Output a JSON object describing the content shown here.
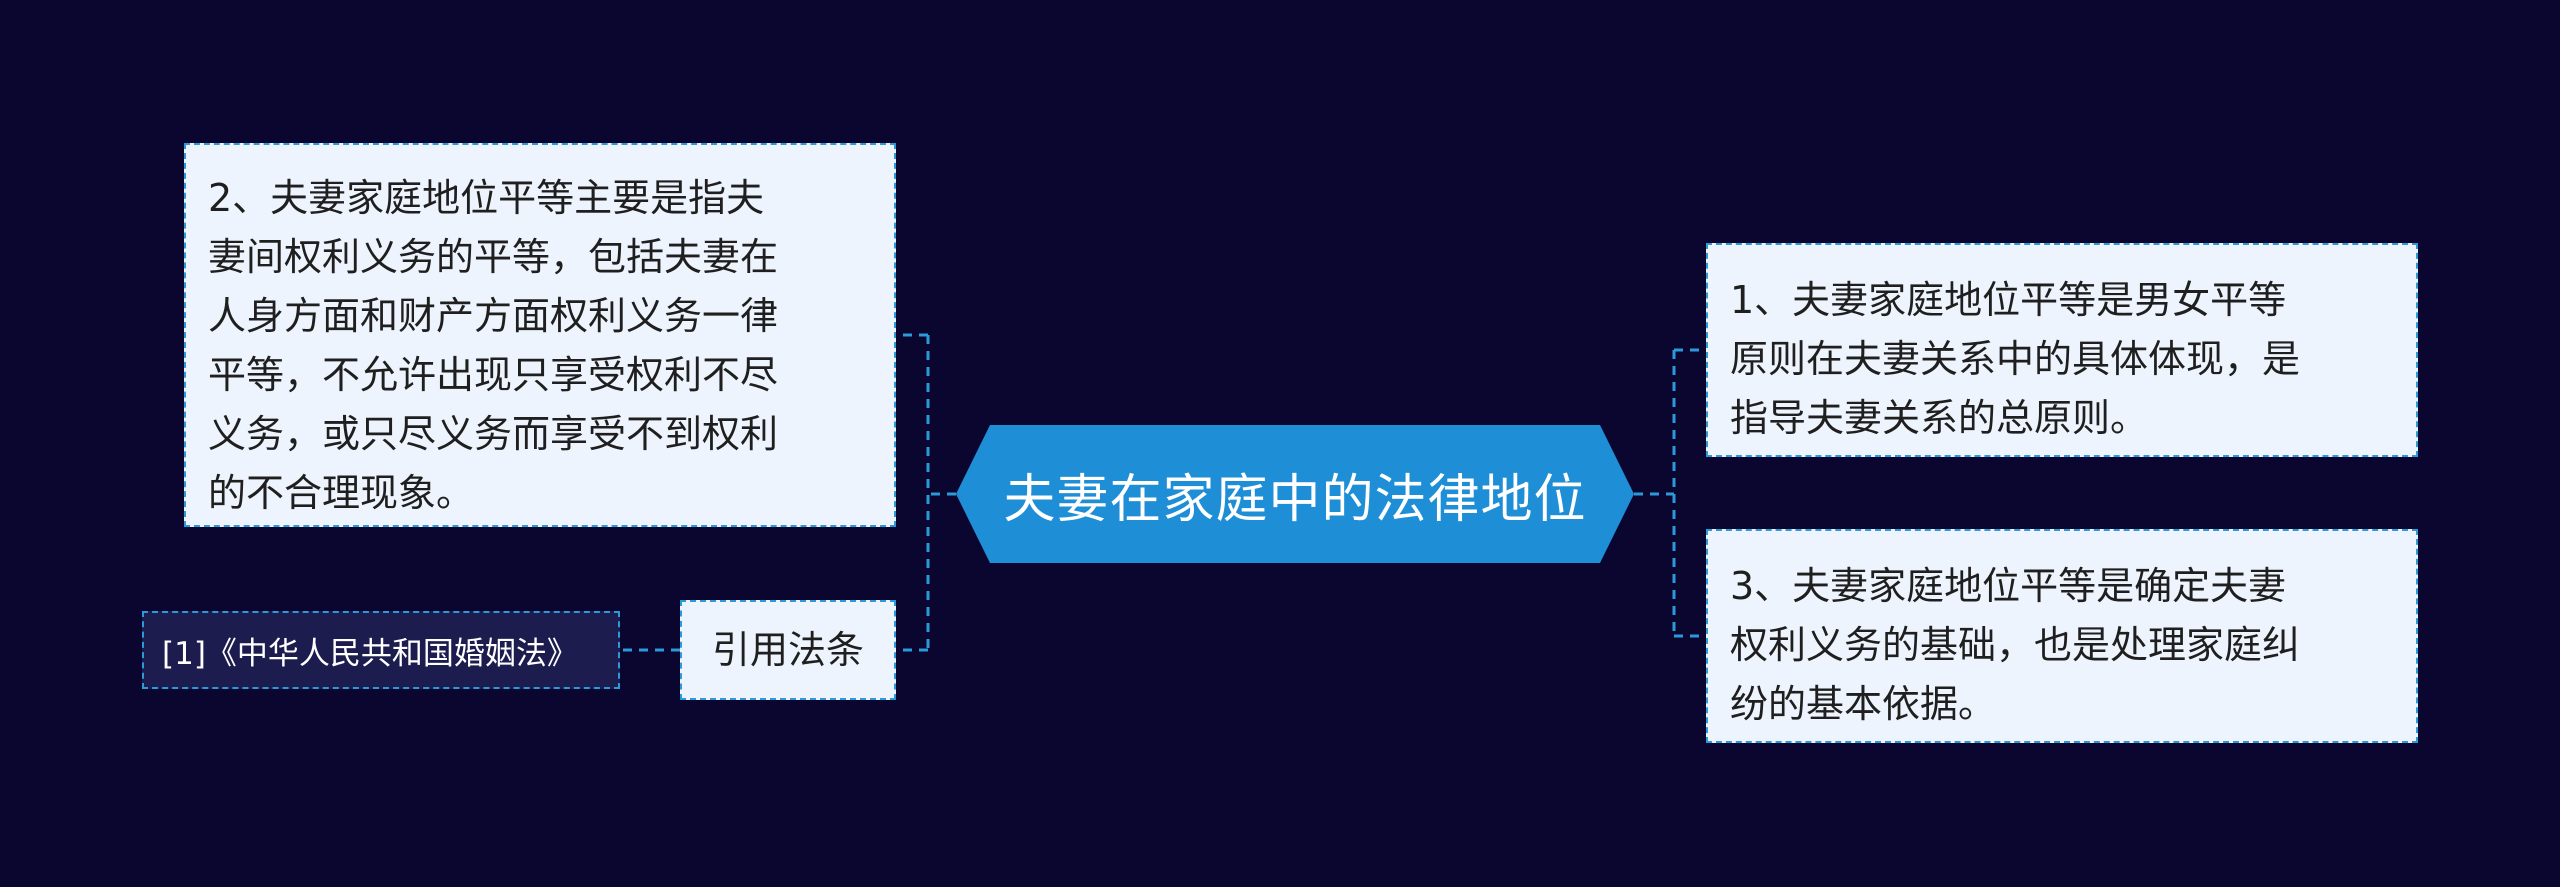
{
  "central_topic": "夫妻在家庭中的法律地位",
  "nodes": {
    "left_main": {
      "text": "2、夫妻家庭地位平等主要是指夫妻间权利义务的平等，包括夫妻在人身方面和财产方面权利义务一律平等，不允许出现只享受权利不尽义务，或只尽义务而享受不到权利的不合理现象。",
      "lines": [
        "2、夫妻家庭地位平等主要是指夫",
        "妻间权利义务的平等，包括夫妻在",
        "人身方面和财产方面权利义务一律",
        "平等，不允许出现只享受权利不尽",
        "义务，或只尽义务而享受不到权利",
        "的不合理现象。"
      ]
    },
    "citation": {
      "label": "引用法条",
      "reference": "[1]《中华人民共和国婚姻法》"
    },
    "right_1": {
      "lines": [
        "1、夫妻家庭地位平等是男女平等",
        "原则在夫妻关系中的具体体现，是",
        "指导夫妻关系的总原则。"
      ]
    },
    "right_3": {
      "lines": [
        "3、夫妻家庭地位平等是确定夫妻",
        "权利义务的基础，也是处理家庭纠",
        "纷的基本依据。"
      ]
    }
  },
  "colors": {
    "background": "#0b0630",
    "central_fill": "#1e8ed6",
    "node_fill": "#eef4fd",
    "connector": "#2a9ad8",
    "reference_fill": "#1d1c4f"
  }
}
